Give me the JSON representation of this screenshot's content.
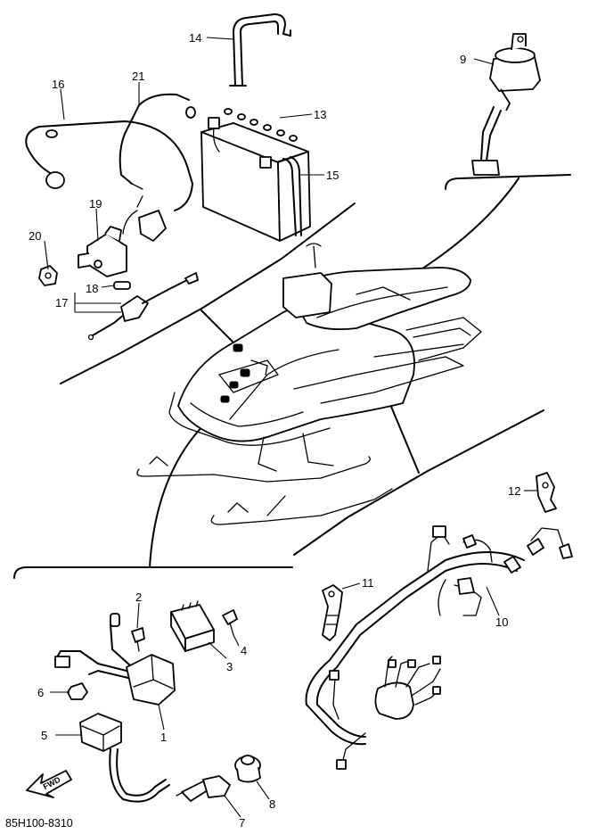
{
  "labels": {
    "p1": "1",
    "p2": "2",
    "p3": "3",
    "p4": "4",
    "p5": "5",
    "p6": "6",
    "p7": "7",
    "p8": "8",
    "p9": "9",
    "p10": "10",
    "p11": "11",
    "p12": "12",
    "p13": "13",
    "p14": "14",
    "p15": "15",
    "p16": "16",
    "p17": "17",
    "p18": "18",
    "p19": "19",
    "p20": "20",
    "p21": "21"
  },
  "fwd_label": "FWD",
  "drawing_code": "85H100-8310"
}
